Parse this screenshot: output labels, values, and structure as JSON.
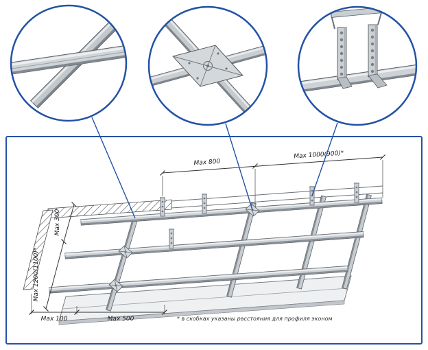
{
  "diagram": {
    "dimensions": {
      "hanger_spacing": "Max 800",
      "hanger_spacing_alt": "Max 1000(900)*",
      "wall_offset": "Max 300",
      "main_profile_spacing": "Max 1200(1100)*",
      "edge_distance": "Max 100",
      "cross_profile_spacing": "Max 500"
    },
    "footnote": "* в скобках указаны расстояния для профиля эконом",
    "callouts": [
      "profile-crossing-detail",
      "cross-connector-detail",
      "direct-hanger-detail"
    ],
    "colors": {
      "accent_blue": "#2352a5",
      "metal_light": "#cdd2d6",
      "metal_dark": "#80878e",
      "line": "#333333"
    }
  }
}
